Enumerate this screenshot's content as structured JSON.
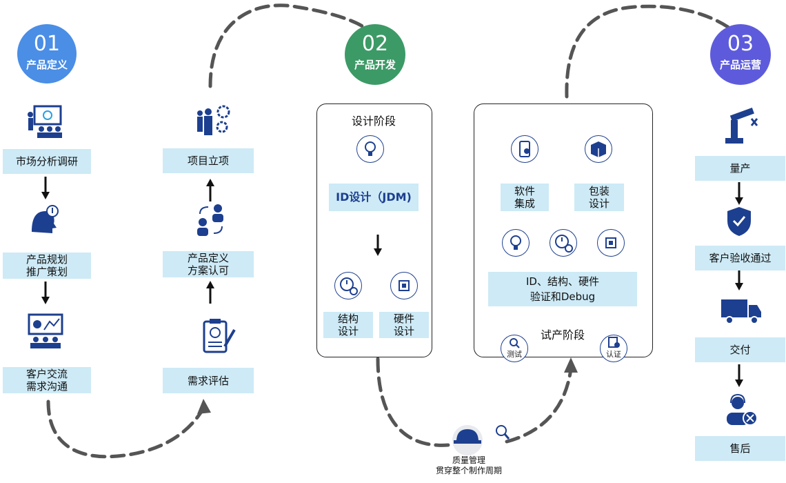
{
  "stages": [
    {
      "num": "01",
      "title": "产品定义",
      "color": "#4a8ee6"
    },
    {
      "num": "02",
      "title": "产品开发",
      "color": "#3c9a66"
    },
    {
      "num": "03",
      "title": "产品运营",
      "color": "#5d5bdc"
    }
  ],
  "col1": [
    "市场分析调研",
    "产品规划\n推广策划",
    "客户交流\n需求沟通"
  ],
  "col2": [
    "项目立项",
    "产品定义\n方案认可",
    "需求评估"
  ],
  "design": {
    "title": "设计阶段",
    "id_design": "ID设计（JDM)",
    "struct": "结构\n设计",
    "hardware": "硬件\n设计"
  },
  "trial": {
    "title": "试产阶段",
    "software": "软件\n集成",
    "package": "包装\n设计",
    "verify": "ID、结构、硬件\n验证和Debug",
    "test": "测试",
    "cert": "认证"
  },
  "col3": [
    "量产",
    "客户验收通过",
    "交付",
    "售后"
  ],
  "quality": {
    "line1": "质量管理",
    "line2": "贯穿整个制作周期"
  }
}
